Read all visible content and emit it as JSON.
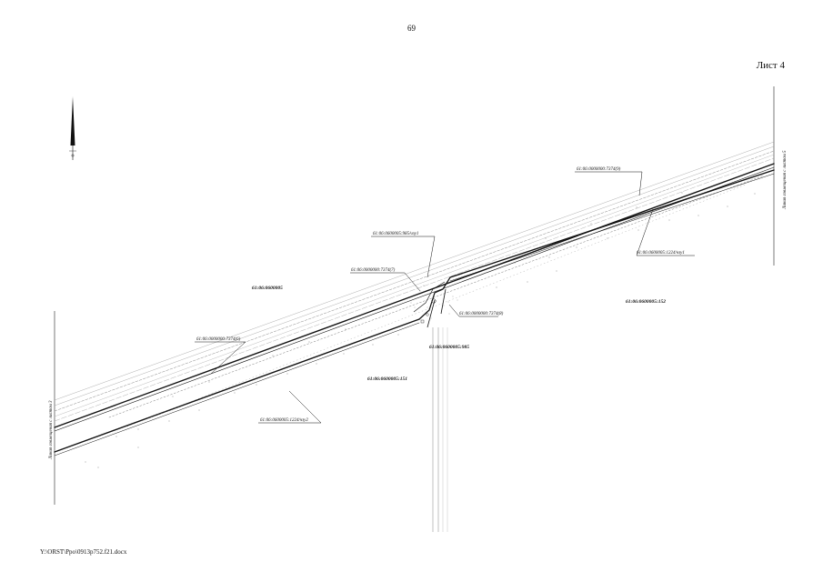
{
  "document": {
    "page_number": "69",
    "sheet_label": "Лист 4",
    "footer_path": "Y:\\ORST\\Ppo\\0913p752.f21.docx"
  },
  "map": {
    "match_line_left": "Линия совмещения с листом 3",
    "match_line_right": "Линия совмещения с листом 5",
    "quarter_labels": {
      "left": "61:06:0600005",
      "center": "61:06:0600005:151",
      "junction": "61:06:0600005:985",
      "right": "61:06:0600005:152"
    },
    "callouts": {
      "top_right": "61:06:0000000:7374(9)",
      "lower_right": "61:06:0600005:1224/чзу1",
      "top_junction": "61:06:0600005:985/чзу1",
      "upper_junction": "61:06:0000000:7374(7)",
      "mid_junction": "61:06:0000000:7374(8)",
      "left_mid": "61:06:0000000:7374(6)",
      "lower_left": "61:06:0600005:1224/чзу2"
    }
  }
}
